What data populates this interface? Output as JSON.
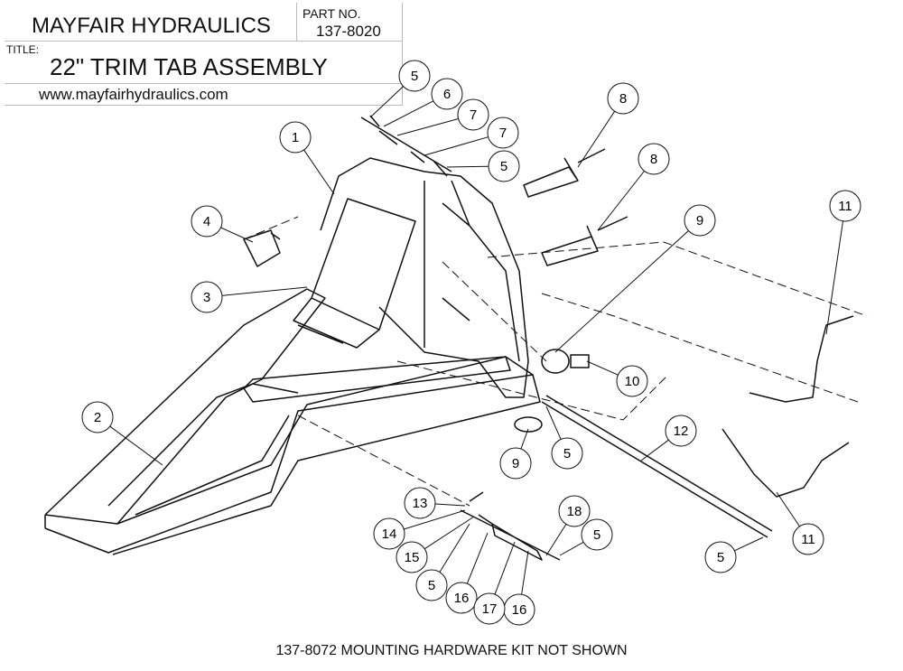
{
  "title_block": {
    "company": "MAYFAIR HYDRAULICS",
    "part_no_label": "PART NO.",
    "part_no": "137-8020",
    "title_label": "TITLE:",
    "title": "22\" TRIM TAB ASSEMBLY",
    "website": "www.mayfairhydraulics.com"
  },
  "balloons": [
    "1",
    "2",
    "3",
    "4",
    "5",
    "5",
    "5",
    "5",
    "5",
    "5",
    "6",
    "7",
    "7",
    "8",
    "8",
    "9",
    "9",
    "10",
    "11",
    "11",
    "12",
    "13",
    "14",
    "15",
    "16",
    "16",
    "17",
    "18"
  ],
  "footnote": "137-8072 MOUNTING HARDWARE KIT NOT SHOWN"
}
